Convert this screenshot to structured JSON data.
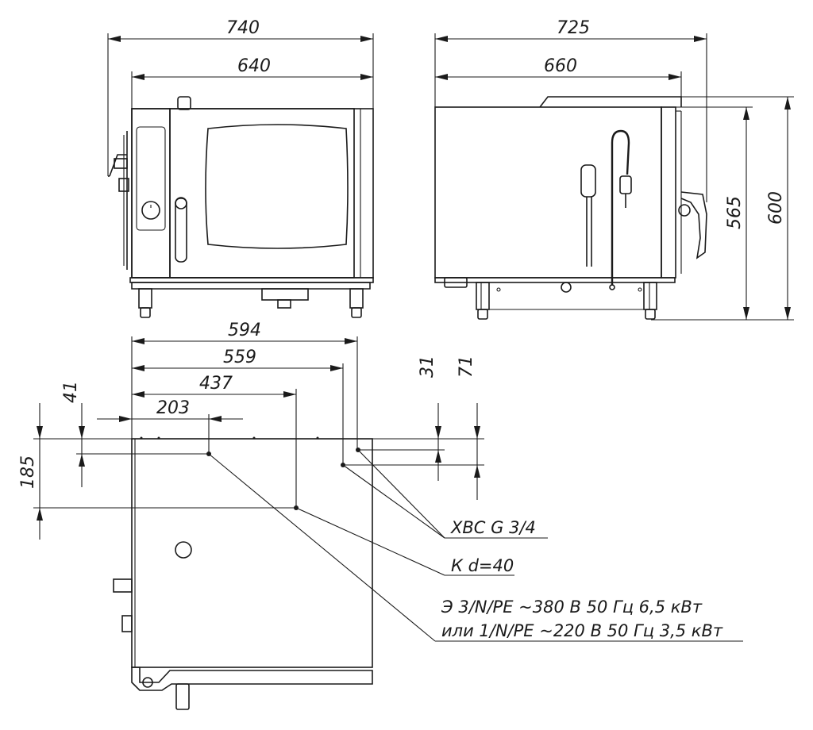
{
  "dimensions": {
    "front_width_overall": "740",
    "front_width_body": "640",
    "side_depth_overall": "725",
    "side_depth_body": "660",
    "height_body": "565",
    "height_overall": "600",
    "plan_width_594": "594",
    "plan_width_559": "559",
    "plan_width_437": "437",
    "plan_width_203": "203",
    "plan_depth_41": "41",
    "plan_depth_185": "185",
    "plan_depth_31": "31",
    "plan_depth_71": "71"
  },
  "callouts": {
    "water": "ХВС G 3/4",
    "drain": "К d=40",
    "power_line1": "Э 3/N/PE ~380 В 50 Гц 6,5 кВт",
    "power_line2": "или 1/N/PE ~220 В 50 Гц 3,5 кВт"
  }
}
